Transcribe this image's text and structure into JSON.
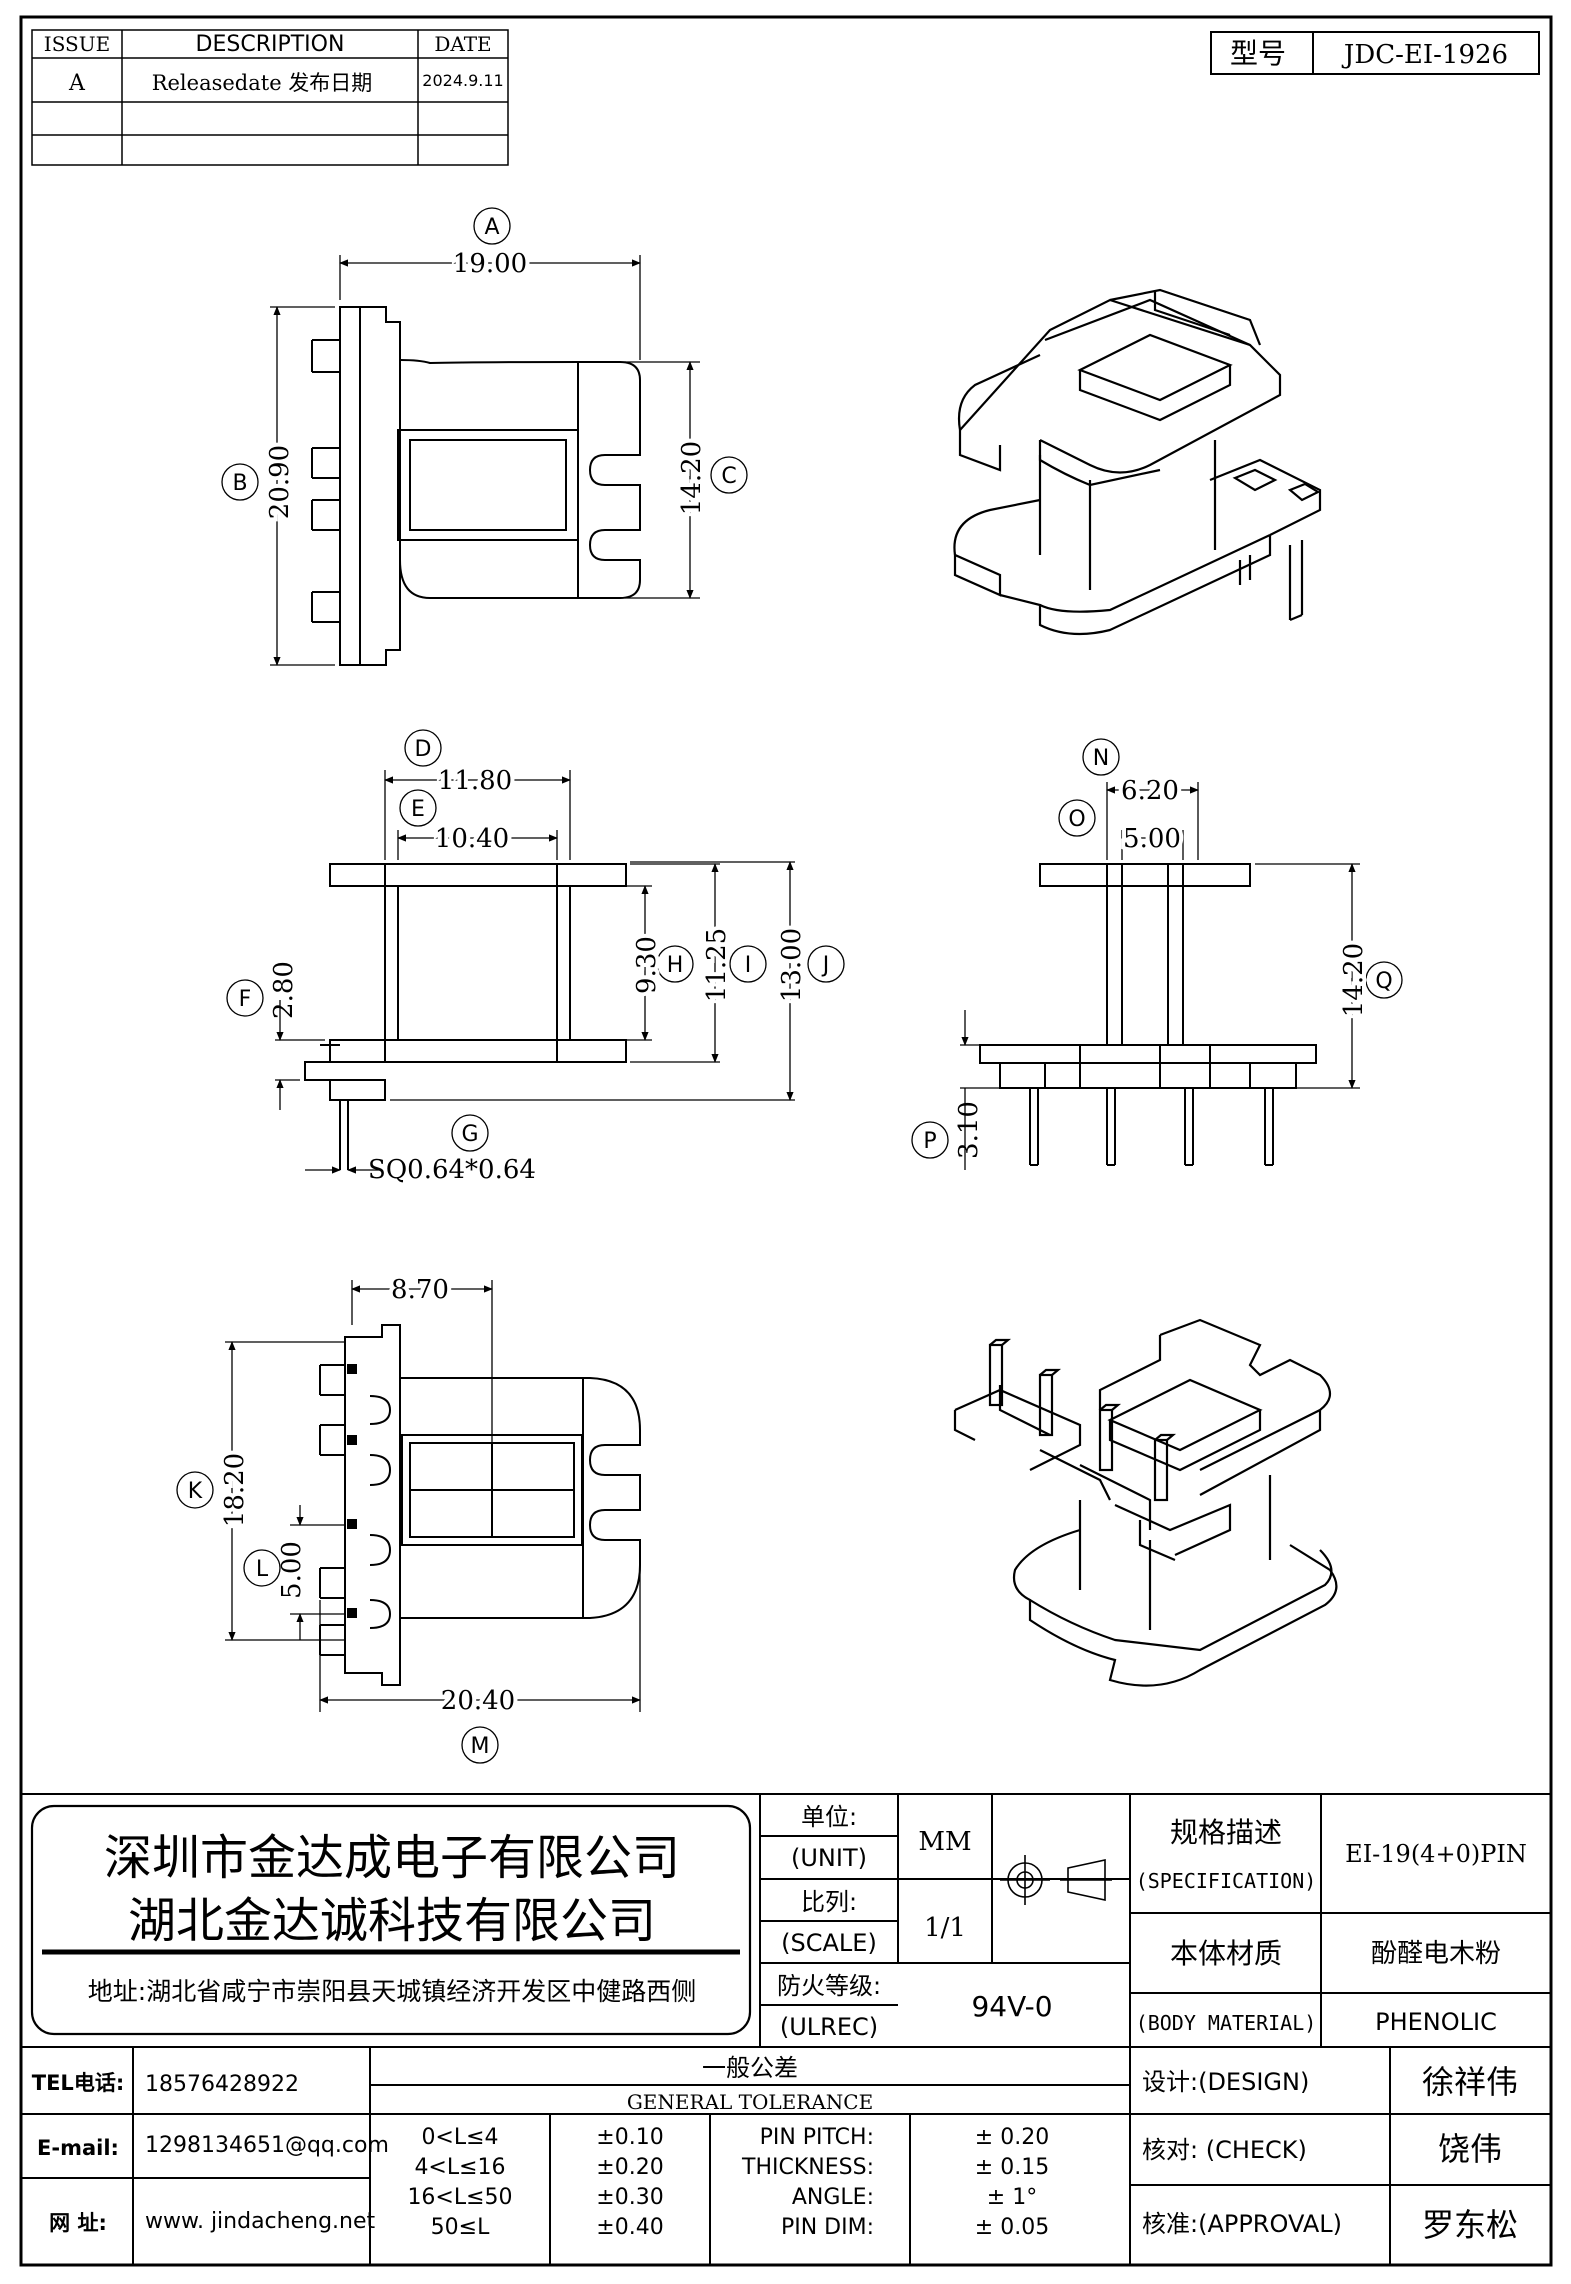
{
  "revision_table": {
    "headers": [
      "ISSUE",
      "DESCRIPTION",
      "DATE"
    ],
    "rows": [
      {
        "issue": "A",
        "description": "Releasedate 发布日期",
        "date": "2024.9.11"
      }
    ]
  },
  "model": {
    "label": "型号",
    "value": "JDC-EI-1926"
  },
  "dimensions": {
    "A": "19.00",
    "B": "20.90",
    "C": "14.20",
    "D": "11.80",
    "E": "10.40",
    "F": "2.80",
    "G": "SQ0.64*0.64",
    "H": "9.30",
    "I": "11.25",
    "J": "13.00",
    "K": "18.20",
    "L": "5.00",
    "M": "20.40",
    "N": "6.20",
    "O": "5.00",
    "P": "3.10",
    "Q": "14.20",
    "bottom_width": "8.70"
  },
  "dim_letters": {
    "A": "A",
    "B": "B",
    "C": "C",
    "D": "D",
    "E": "E",
    "F": "F",
    "G": "G",
    "H": "H",
    "I": "I",
    "J": "J",
    "K": "K",
    "L": "L",
    "M": "M",
    "N": "N",
    "O": "O",
    "P": "P",
    "Q": "Q"
  },
  "company": {
    "name_1": "深圳市金达成电子有限公司",
    "name_2": "湖北金达诚科技有限公司",
    "address": "地址:湖北省咸宁市崇阳县天城镇经济开发区中健路西侧"
  },
  "spec_block": {
    "unit_label_cn": "单位:",
    "unit_label_en": "(UNIT)",
    "unit_value": "MM",
    "scale_label_cn": "比列:",
    "scale_label_en": "(SCALE)",
    "scale_value": "1/1",
    "fire_label_cn": "防火等级:",
    "fire_label_en": "(ULREC)",
    "fire_value": "94V-0",
    "spec_label_cn": "规格描述",
    "spec_label_en": "(SPECIFICATION)",
    "spec_value": "EI-19(4+0)PIN",
    "material_label_cn": "本体材质",
    "material_label_en": "(BODY MATERIAL)",
    "material_value_cn": "酚醛电木粉",
    "material_value_en": "PHENOLIC"
  },
  "contact": {
    "tel_label": "TEL电话:",
    "tel_value": "18576428922",
    "email_label": "E-mail:",
    "email_value": "1298134651@qq.com",
    "web_label": "网 址:",
    "web_value": "www. jindacheng.net"
  },
  "tolerance": {
    "title_cn": "一般公差",
    "title_en": "GENERAL TOLERANCE",
    "ranges": [
      {
        "range": "0<L≤4",
        "tol": "±0.10"
      },
      {
        "range": "4<L≤16",
        "tol": "±0.20"
      },
      {
        "range": "16<L≤50",
        "tol": "±0.30"
      },
      {
        "range": "50≤L",
        "tol": "±0.40"
      }
    ],
    "specials": [
      {
        "label": "PIN PITCH:",
        "tol": "± 0.20"
      },
      {
        "label": "THICKNESS:",
        "tol": "± 0.15"
      },
      {
        "label": "ANGLE:",
        "tol": "± 1°"
      },
      {
        "label": "PIN DIM:",
        "tol": "± 0.05"
      }
    ]
  },
  "signoff": [
    {
      "role": "设计:(DESIGN)",
      "name": "徐祥伟"
    },
    {
      "role": "核对: (CHECK)",
      "name": "饶伟"
    },
    {
      "role": "核准:(APPROVAL)",
      "name": "罗东松"
    }
  ]
}
